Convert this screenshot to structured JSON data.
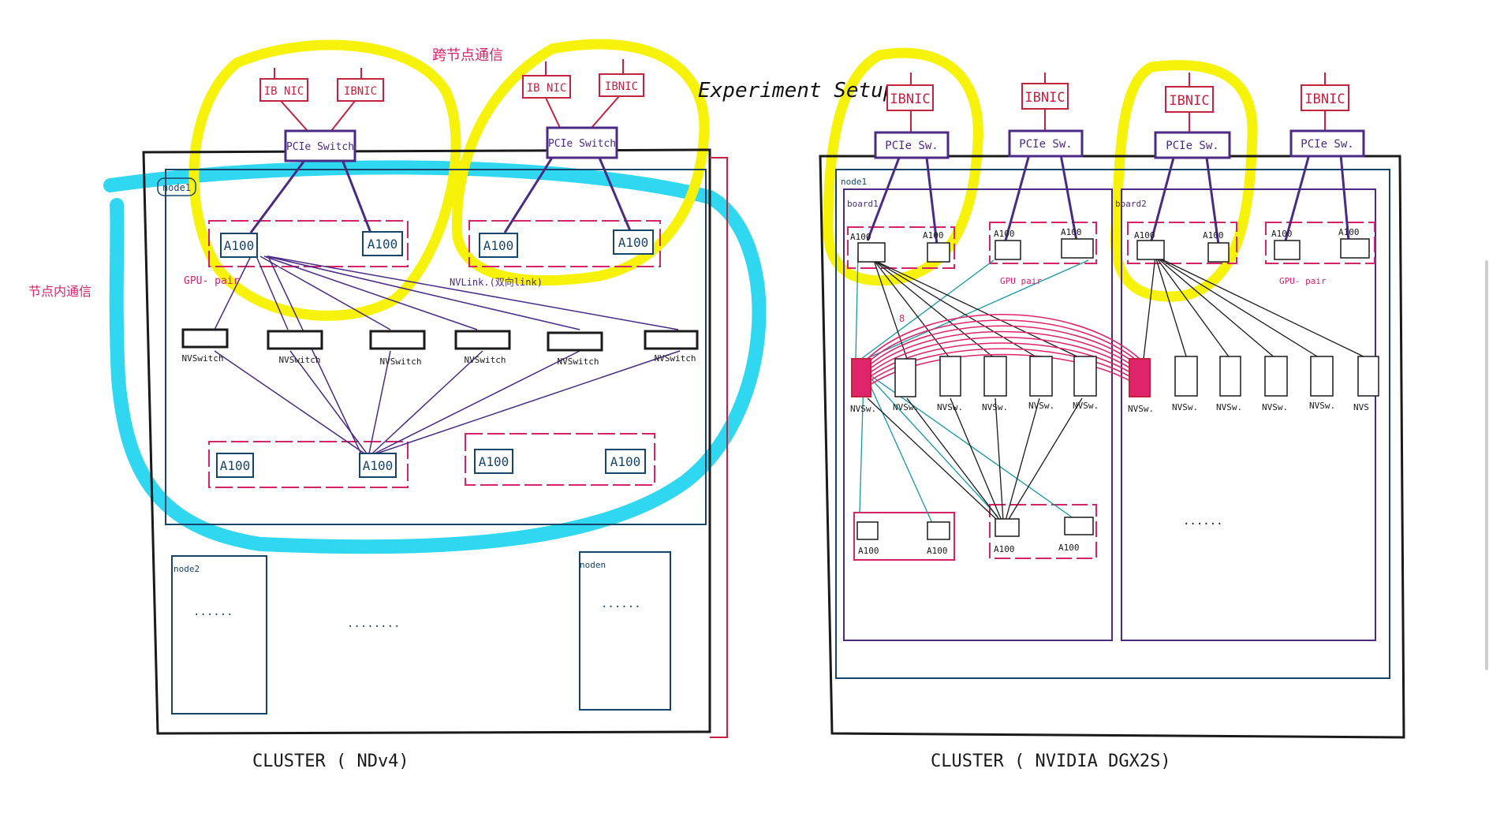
{
  "title": "Experiment Setup",
  "colors": {
    "ink": "#1a1a1a",
    "purple": "#4b2a86",
    "red": "#c4233f",
    "magenta": "#d6246b",
    "teal": "#1598a8",
    "navy": "#17456a",
    "yellow": "#f7f20a",
    "cyan": "#1ed4ef"
  },
  "ndv4": {
    "cluster_label": "CLUSTER ( NDv4)",
    "inter_node_note": "跨节点通信",
    "intra_node_note": "节点内通信",
    "node1_label": "node1",
    "node2_label": "node2",
    "noden_label": "noden",
    "ib_nics": [
      "IB NIC",
      "IBNIC",
      "IB NIC",
      "IBNIC"
    ],
    "pcie_switches": [
      "PCIe Switch",
      "PCIe Switch"
    ],
    "gpus": [
      "A100",
      "A100",
      "A100",
      "A100",
      "A100",
      "A100",
      "A100",
      "A100"
    ],
    "nvswitches": [
      "NVSwitch",
      "NVSwitch",
      "NVSwitch",
      "NVSwitch",
      "NVSwitch",
      "NVSwitch"
    ],
    "gpu_pair_label": "GPU- pair",
    "nvlink_label": "NVLink.(双向link)",
    "dots_node": "......",
    "dots_mid": "........"
  },
  "dgx2": {
    "cluster_label": "CLUSTER ( NVIDIA DGX2S)",
    "node1_label": "node1",
    "board1_label": "board1",
    "board2_label": "board2",
    "ib_nics": [
      "IBNIC",
      "IBNIC",
      "IBNIC",
      "IBNIC"
    ],
    "pcie_switches": [
      "PCIe Sw.",
      "PCIe Sw.",
      "PCIe Sw.",
      "PCIe Sw."
    ],
    "gpu_labels": [
      "A100",
      "A100",
      "A100",
      "A100",
      "A100",
      "A100",
      "A100",
      "A100",
      "A100",
      "A100",
      "A100",
      "A100"
    ],
    "gpu_pair_labels": [
      "GPU pair",
      "GPU- pair"
    ],
    "nvswitches": [
      "NVSw.",
      "NVSw.",
      "NVSw.",
      "NVSw.",
      "NVSw.",
      "NVSw.",
      "NVSw.",
      "NVSw.",
      "NVSw.",
      "NVSw.",
      "NVSw.",
      "NVS"
    ],
    "link_mark": "8",
    "dots": "......"
  }
}
